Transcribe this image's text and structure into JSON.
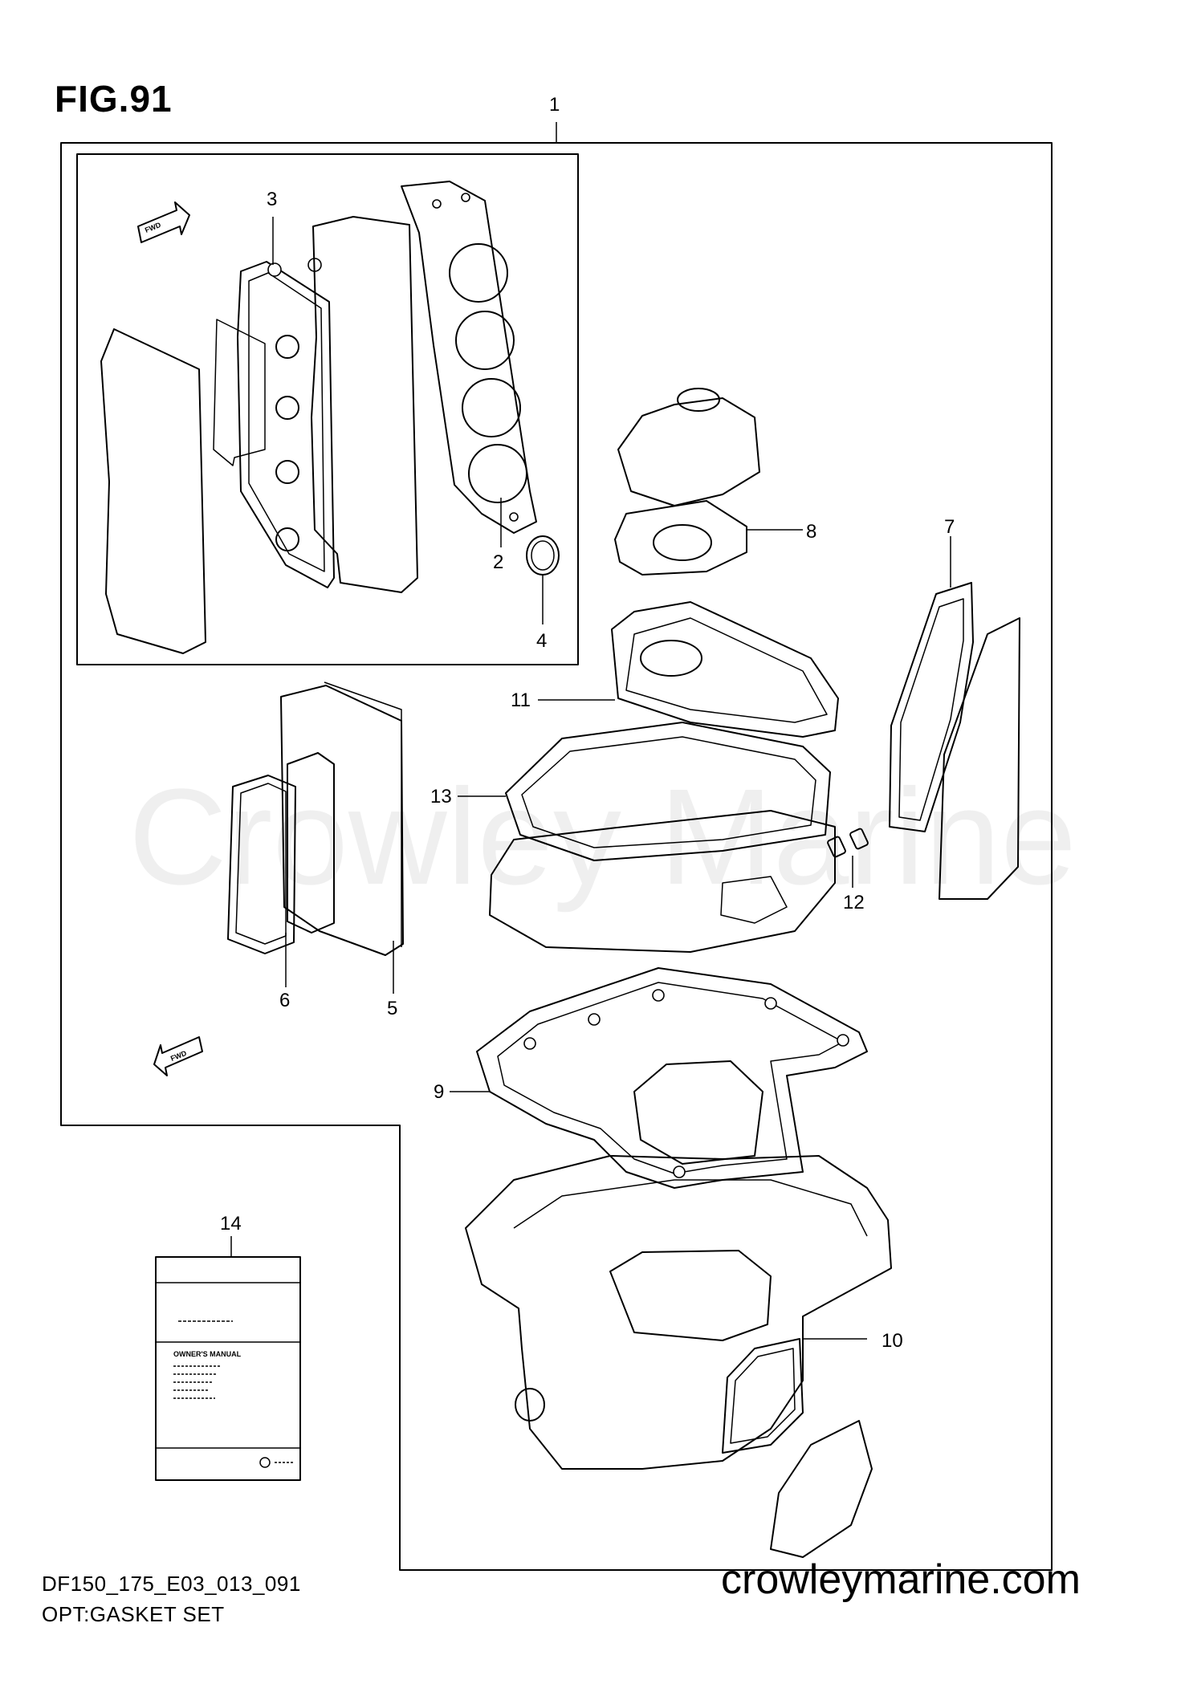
{
  "figure": {
    "title": "FIG.91",
    "footer_code": "DF150_175_E03_013_091",
    "footer_name": "OPT:GASKET SET",
    "website": "crowleymarine.com",
    "watermark": "Crowley Marine"
  },
  "callouts": [
    "1",
    "2",
    "3",
    "4",
    "5",
    "6",
    "7",
    "8",
    "9",
    "10",
    "11",
    "12",
    "13",
    "14"
  ],
  "fwd_label": "FWD",
  "manual": {
    "title": "OWNER'S MANUAL"
  }
}
